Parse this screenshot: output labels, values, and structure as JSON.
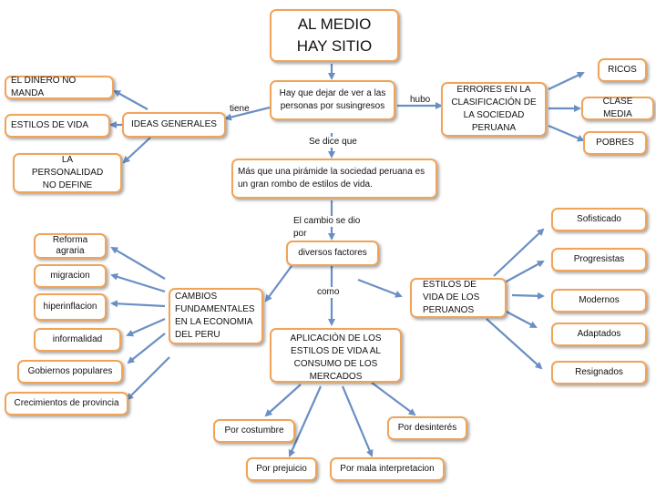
{
  "nodes": {
    "title": "AL MEDIO HAY SITIO",
    "central": "Hay que dejar de ver a las personas por susingresos",
    "ideas": "IDEAS GENERALES",
    "dinero": "EL DINERO NO MANDA",
    "estilos_vida": "ESTILOS DE VIDA",
    "personalidad": "LA PERSONALIDAD NO DEFINE",
    "errores": "ERRORES EN LA CLASIFICACIÓN DE LA SOCIEDAD PERUANA",
    "ricos": "RICOS",
    "clase_media": "CLASE MEDIA",
    "pobres": "POBRES",
    "piramide": "Más que una pirámide la sociedad peruana es un gran rombo de estilos de vida.",
    "factores": "diversos factores",
    "cambios": "CAMBIOS FUNDAMENTALES EN LA ECONOMIA DEL PERU",
    "reforma": "Reforma agraria",
    "migracion": "migracion",
    "hiperinflacion": "hiperinflacion",
    "informalidad": "informalidad",
    "gobiernos": "Gobiernos populares",
    "crecimientos": "Crecimientos de provincia",
    "estilos_peruanos": "ESTILOS DE VIDA DE LOS PERUANOS",
    "sofisticado": "Sofisticado",
    "progresistas": "Progresistas",
    "modernos": "Modernos",
    "adaptados": "Adaptados",
    "resignados": "Resignados",
    "aplicacion": "APLICACIÓN DE LOS ESTILOS DE VIDA AL CONSUMO DE LOS MERCADOS",
    "costumbre": "Por costumbre",
    "desinteres": "Por desinterés",
    "prejuicio": "Por prejuicio",
    "mala": "Por mala interpretacion"
  },
  "labels": {
    "tiene": "tiene",
    "hubo": "hubo",
    "se_dice_que": "Se dice que",
    "cambio_se_dio": "El cambio se dio",
    "por": "por",
    "como": "como"
  },
  "colors": {
    "node_border": "#f0a45a",
    "arrow": "#6a8fc4"
  }
}
